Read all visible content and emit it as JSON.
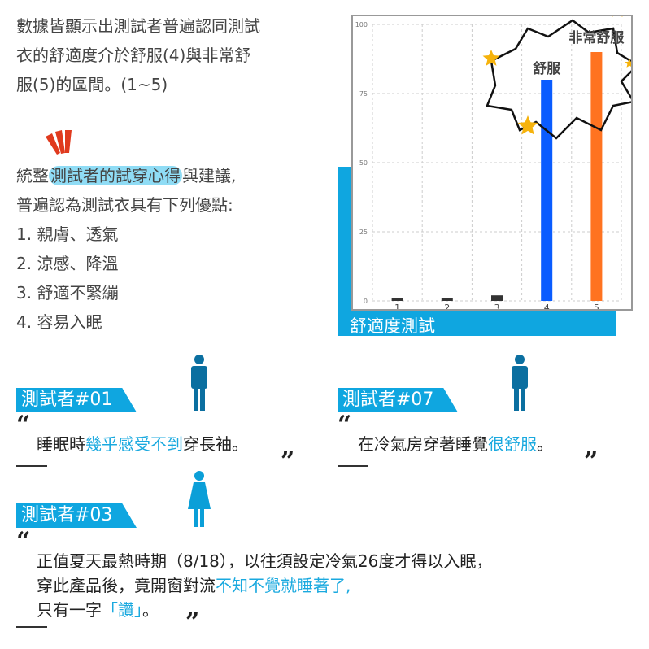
{
  "intro": {
    "line1": "數據皆顯示出測試者普遍認同測試",
    "line2": "衣的舒適度介於舒服(4)與非常舒",
    "line3": "服(5)的區間。(1~5)"
  },
  "summary": {
    "pre": "統整",
    "highlight": "測試者的試穿心得",
    "post": "與建議,",
    "line2": "普遍認為測試衣具有下列優點:",
    "items": [
      "1. 親膚、透氣",
      "2. 涼感、降溫",
      "3. 舒適不緊繃",
      "4. 容易入眠"
    ]
  },
  "chart_data": {
    "type": "bar",
    "title": "舒適度測試",
    "categories": [
      "1",
      "2",
      "3",
      "4",
      "5"
    ],
    "values": [
      1,
      1,
      2,
      80,
      90
    ],
    "ylim": [
      0,
      100
    ],
    "yticks": [
      0,
      25,
      50,
      75,
      100
    ],
    "grid": true,
    "colors": [
      "#333333",
      "#333333",
      "#333333",
      "#0a5cff",
      "#ff7320"
    ],
    "annotations": [
      "舒服",
      "非常舒服"
    ]
  },
  "testers": [
    {
      "id": "測試者#01",
      "quote_pre": "睡眠時",
      "quote_hl": "幾乎感受不到",
      "quote_post": "穿長袖。"
    },
    {
      "id": "測試者#07",
      "quote_pre": "在冷氣房穿著睡覺",
      "quote_hl": "很舒服",
      "quote_post": "。"
    },
    {
      "id": "測試者#03",
      "line1": "正值夏天最熱時期（8/18），以往須設定冷氣26度才得以入眠，",
      "line2_pre": "穿此產品後，竟開窗對流",
      "line2_hl": "不知不覺就睡著了,",
      "line3_pre": "只有一字",
      "line3_hl": "「讚」",
      "line3_post": "。"
    }
  ],
  "quote_open": "“",
  "quote_close": "”"
}
